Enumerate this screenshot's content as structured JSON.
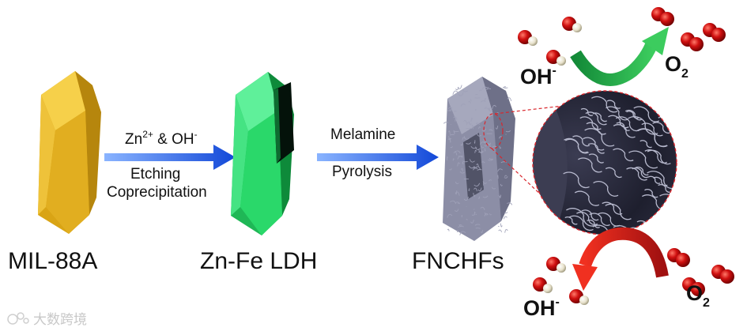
{
  "labels": {
    "mil": "MIL-88A",
    "ldh": "Zn-Fe LDH",
    "fnchf": "FNCHFs"
  },
  "step1": {
    "top_main": "Zn",
    "top_sup": "2+",
    "top_mid": " & OH",
    "top_sup2": "-",
    "bottom1": "Etching",
    "bottom2": "Coprecipitation"
  },
  "step2": {
    "top": "Melamine",
    "bottom": "Pyrolysis"
  },
  "reaction_top": {
    "reactant": "OH",
    "reactant_sup": "-",
    "product": "O",
    "product_sub": "2"
  },
  "reaction_bottom": {
    "reactant": "OH",
    "reactant_sup": "-",
    "product": "O",
    "product_sub": "2"
  },
  "watermark": "大数跨境",
  "colors": {
    "mil_crystal": "#e8b82a",
    "ldh_crystal": "#2ed36a",
    "arrow_blue": "#1c5fe0",
    "oer_arrow": "#22b04b",
    "orr_arrow": "#e0231a",
    "zoom_circle": "#d9262c",
    "oxygen_atom": "#d01010",
    "hydrogen_atom": "#e8e2cc",
    "fiber": "#8c8ea6"
  },
  "icons": {
    "watermark_logo": "bubble-logo-icon"
  }
}
